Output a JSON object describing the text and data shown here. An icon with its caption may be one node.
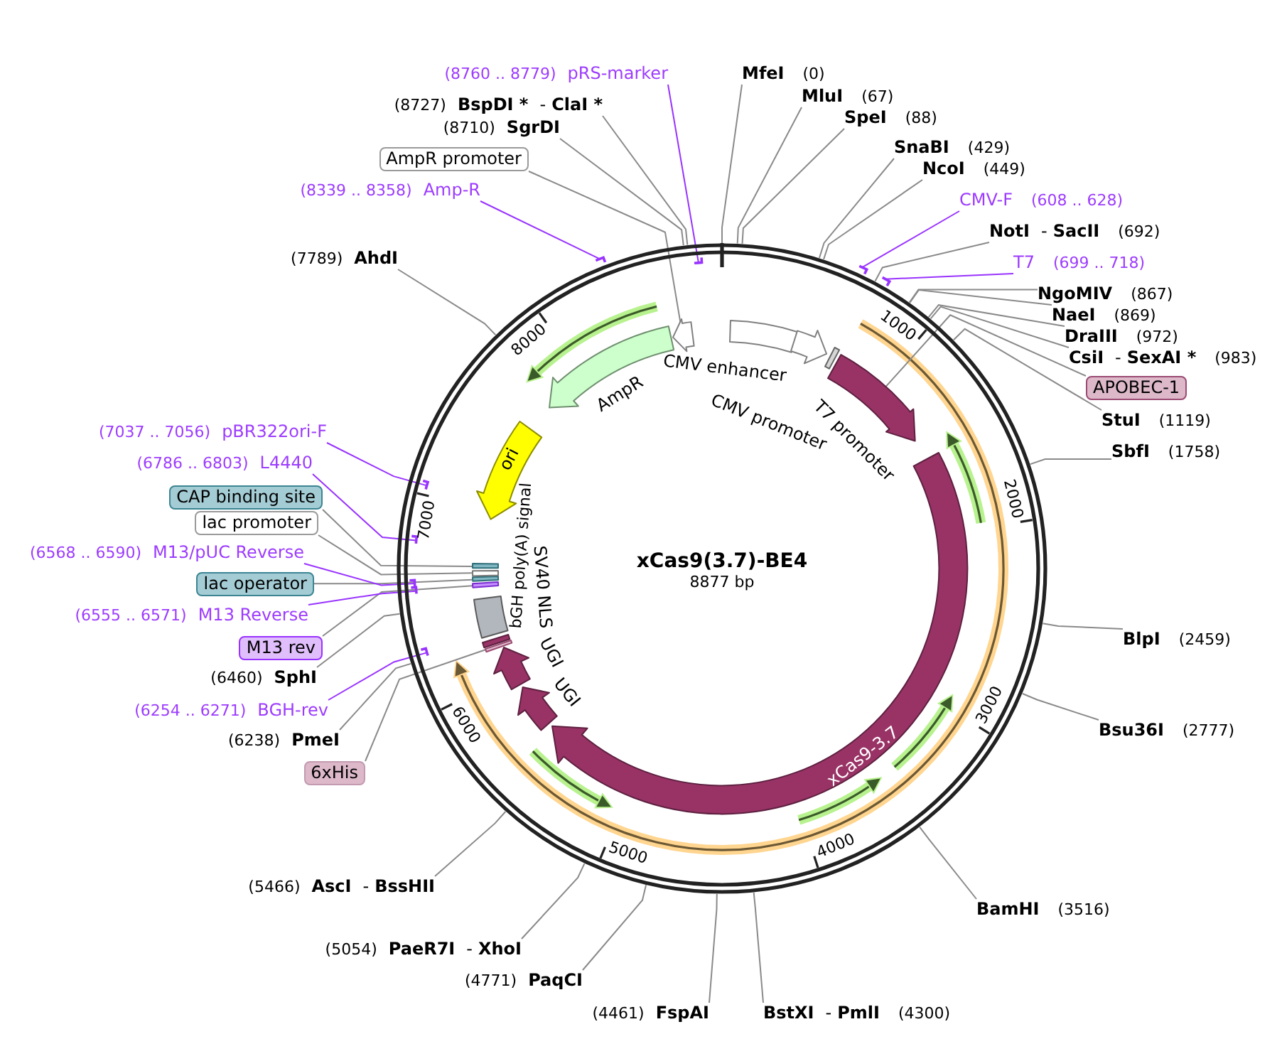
{
  "diagram": {
    "nodes": [
      {
        "text": [
          "xCas9(3.7)-BE4",
          "8877 bp"
        ]
      },
      {
        "text": [
          "CMV enhancer"
        ],
        "in": 0
      },
      {
        "text": [
          "CMV promoter"
        ],
        "in": 0
      },
      {
        "text": [
          "T7 promoter"
        ],
        "in": 0
      },
      {
        "text": [],
        "shape": "arrow",
        "in": 0
      },
      {
        "text": [
          "xCas9-3.7"
        ],
        "in": 0
      },
      {
        "text": [
          "UGI"
        ],
        "in": 0
      },
      {
        "text": [
          "UGI"
        ],
        "in": 0
      },
      {
        "text": [],
        "shape": "bar",
        "in": 0
      },
      {
        "text": [
          "SV40 NLS"
        ],
        "in": 0
      },
      {
        "text": [
          "bGH poly(A) signal"
        ],
        "in": 0
      },
      {
        "text": [],
        "shape": "bar",
        "in": 0
      },
      {
        "text": [],
        "shape": "bar",
        "in": 0
      },
      {
        "text": [],
        "shape": "bar",
        "in": 0
      },
      {
        "text": [],
        "shape": "bar",
        "in": 0
      },
      {
        "text": [
          "ori"
        ],
        "in": 0
      },
      {
        "text": [
          "AmpR"
        ],
        "in": 0
      },
      {
        "text": [],
        "shape": "arrow",
        "in": 0
      },
      {
        "text": [],
        "shape": "bar"
      },
      {
        "text": [],
        "shape": "bar"
      },
      {
        "text": [],
        "shape": "bar",
        "in": 0
      },
      {
        "text": [],
        "shape": "bar",
        "in": 0
      },
      {
        "text": [],
        "shape": "bar",
        "in": 0
      },
      {
        "text": [],
        "shape": "bar",
        "in": 0
      },
      {
        "text": [],
        "shape": "bar",
        "in": 0
      },
      {
        "text": [],
        "shape": "bar"
      },
      {
        "text": [],
        "shape": "bar",
        "in": 0
      },
      {
        "text": [
          "MfeI",
          "(0)"
        ]
      },
      {
        "text": [
          "MluI",
          "(67)"
        ]
      },
      {
        "text": [
          "SpeI",
          "(88)"
        ]
      },
      {
        "text": [
          "SnaBI",
          "(429)"
        ]
      },
      {
        "text": [
          "NcoI",
          "(449)"
        ]
      },
      {
        "text": [
          "CMV-F",
          "(608 .. 628)"
        ]
      },
      {
        "text": [
          "NotI",
          "-",
          "SacII",
          "(692)"
        ]
      },
      {
        "text": [
          "T7",
          "(699 .. 718)"
        ]
      },
      {
        "text": [
          "NgoMIV",
          "(867)"
        ]
      },
      {
        "text": [
          "NaeI",
          "(869)"
        ]
      },
      {
        "text": [
          "DraIII",
          "(972)"
        ]
      },
      {
        "text": [
          "CsiI",
          "-",
          "SexAI *",
          "(983)"
        ]
      },
      {
        "text": [
          "APOBEC-1"
        ]
      },
      {
        "text": [
          "StuI",
          "(1119)"
        ]
      },
      {
        "text": [
          "SbfI",
          "(1758)"
        ]
      },
      {
        "text": [
          "BlpI",
          "(2459)"
        ]
      },
      {
        "text": [
          "Bsu36I",
          "(2777)"
        ]
      },
      {
        "text": [
          "BamHI",
          "(3516)"
        ]
      },
      {
        "text": [
          "BstXI",
          "-",
          "PmlI",
          "(4300)"
        ]
      },
      {
        "text": [
          "(4461)",
          "FspAI"
        ]
      },
      {
        "text": [
          "(4771)",
          "PaqCI"
        ]
      },
      {
        "text": [
          "(5054)",
          "PaeR7I",
          "-",
          "XhoI"
        ]
      },
      {
        "text": [
          "(5466)",
          "AscI",
          "-",
          "BssHII"
        ]
      },
      {
        "text": [
          "6xHis"
        ]
      },
      {
        "text": [
          "(6238)",
          "PmeI"
        ]
      },
      {
        "text": [
          "(6254 .. 6271)",
          "BGH-rev"
        ]
      },
      {
        "text": [
          "(6460)",
          "SphI"
        ]
      },
      {
        "text": [
          "M13 rev"
        ]
      },
      {
        "text": [
          "(6555 .. 6571)",
          "M13 Reverse"
        ]
      },
      {
        "text": [
          "lac operator"
        ]
      },
      {
        "text": [
          "(6568 .. 6590)",
          "M13/pUC Reverse"
        ]
      },
      {
        "text": [
          "lac promoter"
        ]
      },
      {
        "text": [
          "CAP binding site"
        ]
      },
      {
        "text": [
          "(6786 .. 6803)",
          "L4440"
        ]
      },
      {
        "text": [
          "(7037 .. 7056)",
          "pBR322ori-F"
        ]
      },
      {
        "text": [
          "(7789)",
          "AhdI"
        ]
      },
      {
        "text": [
          "(8339 .. 8358)",
          "Amp-R"
        ]
      },
      {
        "text": [
          "AmpR promoter"
        ]
      },
      {
        "text": [
          "(8710)",
          "SgrDI"
        ]
      },
      {
        "text": [
          "(8727)",
          "BspDI *",
          "-",
          "ClaI *"
        ]
      },
      {
        "text": [
          "(8760 .. 8779)",
          "pRS-marker"
        ]
      }
    ],
    "edges": [
      {
        "from": 27,
        "to": 0,
        "arrow": "none"
      },
      {
        "from": 28,
        "to": 0,
        "arrow": "none"
      },
      {
        "from": 29,
        "to": 0,
        "arrow": "none"
      },
      {
        "from": 30,
        "to": 0,
        "arrow": "none"
      },
      {
        "from": 31,
        "to": 0,
        "arrow": "none"
      },
      {
        "from": 32,
        "to": 18,
        "arrow": "none",
        "color": "#9933ff"
      },
      {
        "from": 33,
        "to": 0,
        "arrow": "none"
      },
      {
        "from": 34,
        "to": 19,
        "arrow": "none",
        "color": "#9933ff"
      },
      {
        "from": 35,
        "to": 0,
        "arrow": "none"
      },
      {
        "from": 36,
        "to": 0,
        "arrow": "none"
      },
      {
        "from": 37,
        "to": 0,
        "arrow": "none"
      },
      {
        "from": 38,
        "to": 0,
        "arrow": "none"
      },
      {
        "from": 39,
        "to": 4,
        "arrow": "none"
      },
      {
        "from": 40,
        "to": 0,
        "arrow": "none"
      },
      {
        "from": 41,
        "to": 0,
        "arrow": "none"
      },
      {
        "from": 42,
        "to": 0,
        "arrow": "none"
      },
      {
        "from": 43,
        "to": 0,
        "arrow": "none"
      },
      {
        "from": 44,
        "to": 0,
        "arrow": "none"
      },
      {
        "from": 45,
        "to": 0,
        "arrow": "none"
      },
      {
        "from": 46,
        "to": 0,
        "arrow": "none"
      },
      {
        "from": 47,
        "to": 0,
        "arrow": "none"
      },
      {
        "from": 48,
        "to": 0,
        "arrow": "none"
      },
      {
        "from": 49,
        "to": 0,
        "arrow": "none"
      },
      {
        "from": 50,
        "to": 8,
        "arrow": "none"
      },
      {
        "from": 51,
        "to": 0,
        "arrow": "none"
      },
      {
        "from": 52,
        "to": 20,
        "arrow": "none",
        "color": "#9933ff"
      },
      {
        "from": 53,
        "to": 0,
        "arrow": "none"
      },
      {
        "from": 54,
        "to": 11,
        "arrow": "none"
      },
      {
        "from": 55,
        "to": 21,
        "arrow": "none",
        "color": "#9933ff"
      },
      {
        "from": 56,
        "to": 12,
        "arrow": "none"
      },
      {
        "from": 57,
        "to": 22,
        "arrow": "none",
        "color": "#9933ff"
      },
      {
        "from": 58,
        "to": 13,
        "arrow": "none"
      },
      {
        "from": 59,
        "to": 14,
        "arrow": "none"
      },
      {
        "from": 60,
        "to": 23,
        "arrow": "none",
        "color": "#9933ff"
      },
      {
        "from": 61,
        "to": 24,
        "arrow": "none",
        "color": "#9933ff"
      },
      {
        "from": 62,
        "to": 0,
        "arrow": "none"
      },
      {
        "from": 63,
        "to": 25,
        "arrow": "none",
        "color": "#9933ff"
      },
      {
        "from": 64,
        "to": 17,
        "arrow": "none"
      },
      {
        "from": 65,
        "to": 0,
        "arrow": "none"
      },
      {
        "from": 66,
        "to": 0,
        "arrow": "none"
      },
      {
        "from": 67,
        "to": 26,
        "arrow": "none",
        "color": "#9933ff"
      }
    ],
    "labels": [
      "1000",
      "2000",
      "3000",
      "4000",
      "5000",
      "6000",
      "7000",
      "8000"
    ]
  }
}
